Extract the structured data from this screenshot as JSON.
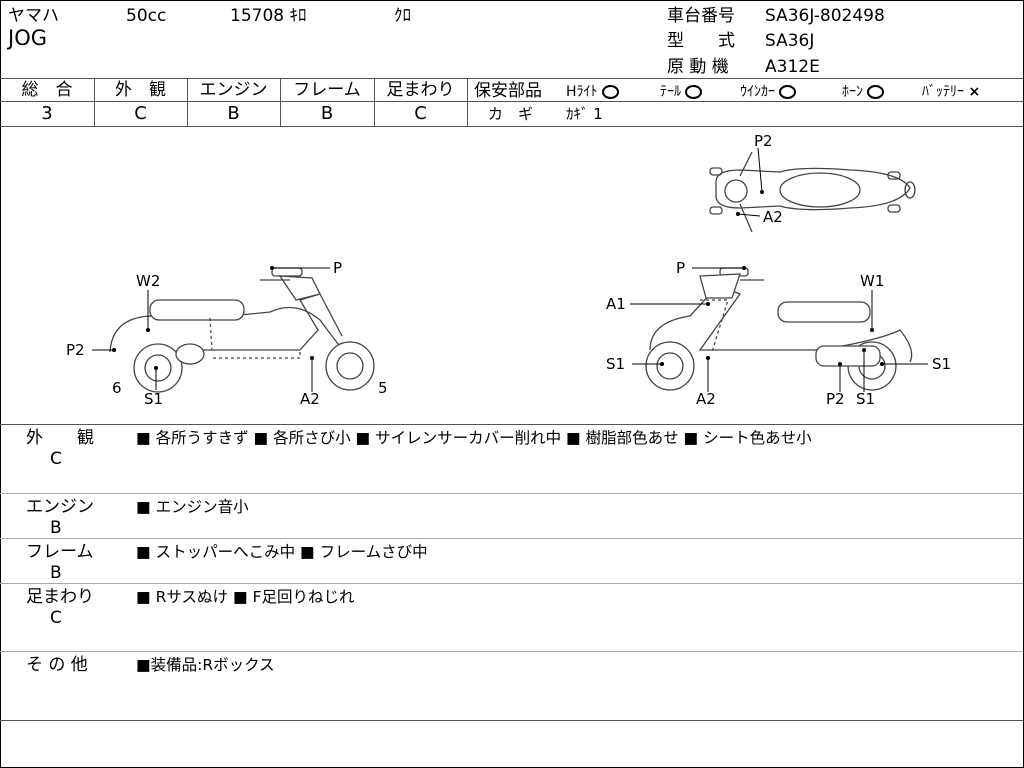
{
  "header": {
    "maker": "ヤマハ",
    "displacement": "50cc",
    "mileage": "15708 ｷﾛ",
    "color": "ｸﾛ",
    "model": "JOG",
    "frame_no_label": "車台番号",
    "frame_no": "SA36J-802498",
    "type_label": "型　　式",
    "type": "SA36J",
    "engine_label": "原 動 機",
    "engine": "A312E"
  },
  "grades": {
    "items": [
      {
        "label": "総　合",
        "value": "3"
      },
      {
        "label": "外　観",
        "value": "C"
      },
      {
        "label": "エンジン",
        "value": "B"
      },
      {
        "label": "フレーム",
        "value": "B"
      },
      {
        "label": "足まわり",
        "value": "C"
      }
    ]
  },
  "safety": {
    "label": "保安部品",
    "headlight": "Hﾗｲﾄ",
    "tail": "ﾃｰﾙ",
    "winker": "ｳｲﾝｶｰ",
    "horn": "ﾎｰﾝ",
    "battery": "ﾊﾞｯﾃﾘｰ",
    "battery_mark": "×",
    "key_label": "カ　ギ",
    "key_value": "ｶｷﾞ 1"
  },
  "diagram": {
    "top_labels": [
      "P2",
      "A2"
    ],
    "left_labels": [
      "P",
      "W2",
      "P2",
      "6",
      "S1",
      "A2",
      "5"
    ],
    "right_labels": [
      "P",
      "A1",
      "W1",
      "S1",
      "A2",
      "P2",
      "S1",
      "S1"
    ]
  },
  "remarks": [
    {
      "title": "外　　観",
      "grade": "C",
      "notes": "■ 各所うすきず ■ 各所さび小 ■ サイレンサーカバー削れ中 ■ 樹脂部色あせ ■ シート色あせ小"
    },
    {
      "title": "エンジン",
      "grade": "B",
      "notes": "■ エンジン音小"
    },
    {
      "title": "フレーム",
      "grade": "B",
      "notes": "■ ストッパーへこみ中 ■ フレームさび中"
    },
    {
      "title": "足まわり",
      "grade": "C",
      "notes": "■ Rサスぬけ ■ F足回りねじれ"
    },
    {
      "title": "そ の 他",
      "grade": "",
      "notes": "■装備品:Rボックス"
    }
  ]
}
